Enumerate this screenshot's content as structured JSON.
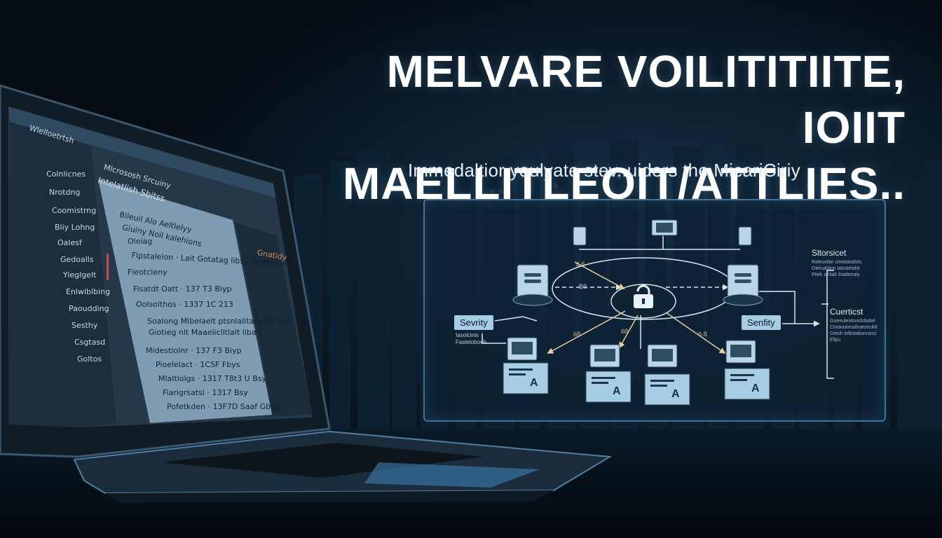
{
  "headline": {
    "line1": "MELVARE  VOILITITIITE,",
    "line2": "IOIIT MAELLITLEOIT/ATTLIES..",
    "subline": "Immedaltior youlyate stev..uiders the MicariCiriy"
  },
  "laptop": {
    "browser_title": "Wlelloetrtsh",
    "address_text": "Mlcrososh Srcuiny",
    "panel_title": "Intelatlish Sbitss",
    "panel_right_label": "Gnatidy",
    "sidebar_items": [
      "Colnlicnes",
      "Nrotdng",
      "Coomistrng",
      "Bliy Lohng",
      "Oalesf",
      "Gedoalls",
      "Yieglgelt",
      "Enlwlblbing",
      "Paoudding",
      "Sesthy",
      "Csgtasd",
      "Goltos"
    ],
    "content_lines": [
      "Bileuil Alo Aeltlelyy",
      "Giuiny Noil kalehions",
      "Oleiag",
      "Flpstalelon · Lait Gotatag libsy Geltlaliailys",
      "Fleotcieny",
      "Fisatdt Oatt · 137 T3 Biyp",
      "Oolsolthos · 1337 1C 213",
      "Soalong Mlbelaelt ptsnlalitaltstaf Iiale",
      "Giotieg nlt Maaeiiclitlalt libatl",
      "Midestlolnr · 137 F3 Biyp",
      "Pioelelact · 1CSF Fbys",
      "Mlaltlolgs · 1317 T8t3 U Bsy",
      "Fiarigrsatsl · 1317 Bsy",
      "Pofetkden · 13F7D Saaf Gbyg"
    ]
  },
  "diagram": {
    "tag_left": "Sevrity",
    "tag_left_sub": [
      "Iasolclnis",
      "Fasletoboeb"
    ],
    "tag_right": "Senfity",
    "note_top_title": "Sltorsicet",
    "note_top_lines": [
      "Raleoebin clnetiatstlsls",
      "Oielcahilnn laloslelalsl",
      "Plieh alhlalt ihiatlesaly"
    ],
    "note_bottom_title": "Cuerticst",
    "note_bottom_lines": [
      "Goeeulestioodsllaltel",
      "Clotaoaimailnatoeslkli",
      "Gieoh lolbstalionraiss",
      "Ellpu"
    ],
    "node_letter": "A",
    "arrow_labels": [
      "ö.6",
      "Bß",
      "öß",
      "öß",
      "ö.ß"
    ]
  },
  "colors": {
    "background": "#06101a",
    "accent": "#9fd2ef",
    "screen": "#7b98b0",
    "panel": "#7f9cb3"
  }
}
